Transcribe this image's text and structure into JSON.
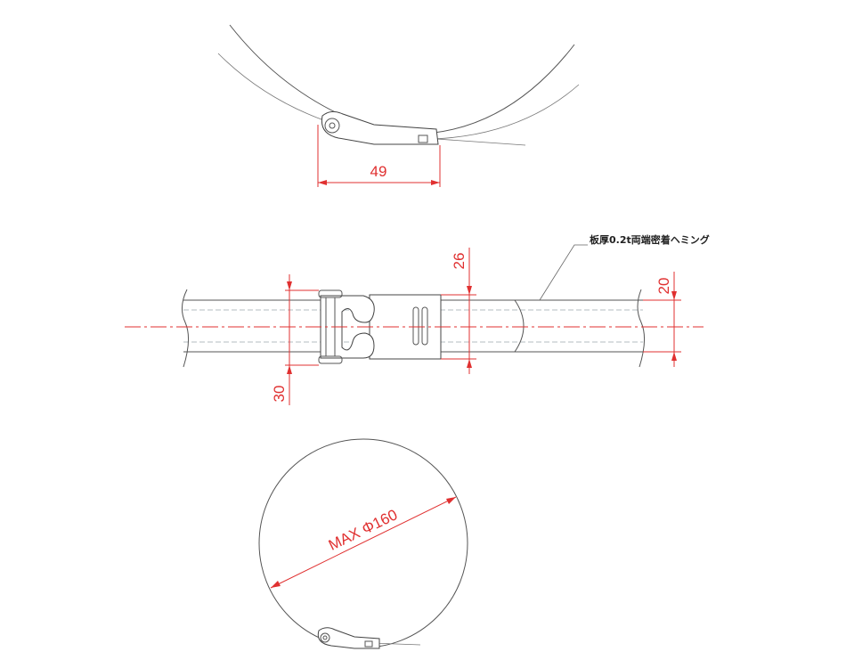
{
  "dimensions": {
    "latch_length": "49",
    "buckle_height": "26",
    "band_width": "20",
    "latch_width": "30",
    "max_diameter": "MAX Φ160"
  },
  "notes": {
    "material": "板厚0.2t両端密着ヘミング"
  },
  "colors": {
    "dimension": "#e03030",
    "outline": "#555555",
    "hidden_line": "#9aa6ad"
  }
}
